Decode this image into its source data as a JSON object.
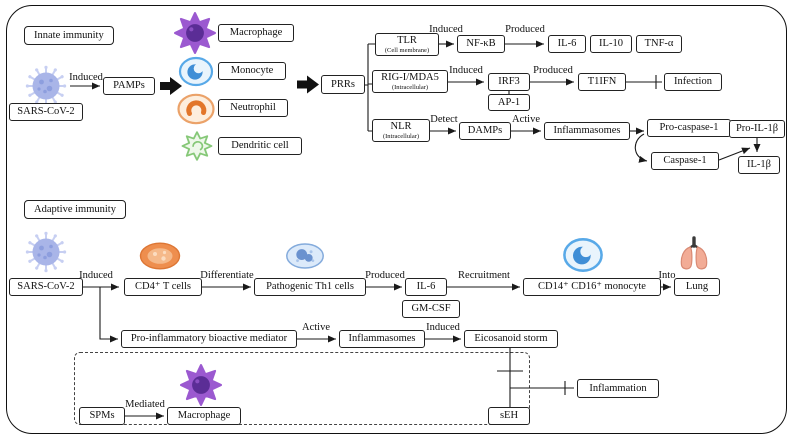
{
  "sections": {
    "innate_label": "Innate immunity",
    "adaptive_label": "Adaptive immunity"
  },
  "innate": {
    "sars": "SARS-CoV-2",
    "pamps": "PAMPs",
    "macrophage": "Macrophage",
    "monocyte": "Monocyte",
    "neutrophil": "Neutrophil",
    "dendritic": "Dendritic cell",
    "prrs": "PRRs",
    "tlr": "TLR",
    "tlr_sub": "(Cell membrane)",
    "nfkb": "NF-κB",
    "il6": "IL-6",
    "il10": "IL-10",
    "tnfa": "TNF-α",
    "rig": "RIG-I/MDA5",
    "rig_sub": "(Intracellular)",
    "irf3": "IRF3",
    "ap1": "AP-1",
    "t1ifn": "T1IFN",
    "infection": "Infection",
    "nlr": "NLR",
    "nlr_sub": "(Intracellular)",
    "damps": "DAMPs",
    "inflammasomes": "Inflammasomes",
    "pro_caspase1": "Pro-caspase-1",
    "caspase1": "Caspase-1",
    "pro_il1b": "Pro-IL-1β",
    "il1b": "IL-1β"
  },
  "adaptive": {
    "sars": "SARS-CoV-2",
    "cd4": "CD4⁺ T cells",
    "th1": "Pathogenic Th1 cells",
    "il6": "IL-6",
    "gmcsf": "GM-CSF",
    "cd14": "CD14⁺ CD16⁺ monocyte",
    "lung": "Lung",
    "pro_inflammatory": "Pro-inflammatory bioactive mediator",
    "inflammasomes": "Inflammasomes",
    "eicosanoid": "Eicosanoid storm",
    "spms": "SPMs",
    "macrophage": "Macrophage",
    "seh": "sEH",
    "inflammation": "Inflammation"
  },
  "connections": [
    {
      "from": "SARS-CoV-2",
      "to": "PAMPs",
      "label": "Induced",
      "type": "arrow"
    },
    {
      "from": "PAMPs",
      "to": "Innate immune cells",
      "label": "",
      "type": "thick-arrow"
    },
    {
      "from": "Innate immune cells",
      "to": "PRRs",
      "label": "",
      "type": "thick-arrow"
    },
    {
      "from": "PRRs",
      "to": "TLR",
      "label": "",
      "type": "line"
    },
    {
      "from": "PRRs",
      "to": "RIG-I/MDA5",
      "label": "",
      "type": "line"
    },
    {
      "from": "PRRs",
      "to": "NLR",
      "label": "",
      "type": "line"
    },
    {
      "from": "TLR",
      "to": "NF-κB",
      "label": "Induced",
      "type": "arrow"
    },
    {
      "from": "NF-κB",
      "to": "IL-6, IL-10, TNF-α",
      "label": "Produced",
      "type": "arrow"
    },
    {
      "from": "RIG-I/MDA5",
      "to": "IRF3, AP-1",
      "label": "Induced",
      "type": "arrow"
    },
    {
      "from": "IRF3",
      "to": "T1IFN",
      "label": "Produced",
      "type": "arrow"
    },
    {
      "from": "T1IFN",
      "to": "Infection",
      "label": "",
      "type": "inhibit"
    },
    {
      "from": "NLR",
      "to": "DAMPs",
      "label": "Detect",
      "type": "arrow"
    },
    {
      "from": "DAMPs",
      "to": "Inflammasomes",
      "label": "Active",
      "type": "arrow"
    },
    {
      "from": "Inflammasomes",
      "to": "Pro-caspase-1",
      "label": "",
      "type": "arrow"
    },
    {
      "from": "Pro-caspase-1",
      "to": "Caspase-1",
      "label": "",
      "type": "arrow"
    },
    {
      "from": "Caspase-1",
      "to": "Pro-IL-1β conversion",
      "label": "",
      "type": "arrow"
    },
    {
      "from": "Pro-IL-1β",
      "to": "IL-1β",
      "label": "",
      "type": "arrow"
    },
    {
      "from": "SARS-CoV-2",
      "to": "CD4⁺ T cells",
      "label": "Induced",
      "type": "arrow"
    },
    {
      "from": "CD4⁺ T cells",
      "to": "Pathogenic Th1 cells",
      "label": "Differentiate",
      "type": "arrow"
    },
    {
      "from": "Pathogenic Th1 cells",
      "to": "IL-6, GM-CSF",
      "label": "Produced",
      "type": "arrow"
    },
    {
      "from": "IL-6",
      "to": "CD14⁺ CD16⁺ monocyte",
      "label": "Recruitment",
      "type": "arrow"
    },
    {
      "from": "CD14⁺ CD16⁺ monocyte",
      "to": "Lung",
      "label": "Into",
      "type": "arrow"
    },
    {
      "from": "SARS-CoV-2",
      "to": "Pro-inflammatory bioactive mediator",
      "label": "",
      "type": "arrow"
    },
    {
      "from": "Pro-inflammatory bioactive mediator",
      "to": "Inflammasomes",
      "label": "Active",
      "type": "arrow"
    },
    {
      "from": "Inflammasomes",
      "to": "Eicosanoid storm",
      "label": "Induced",
      "type": "arrow"
    },
    {
      "from": "sEH",
      "to": "Eicosanoid storm",
      "label": "",
      "type": "inhibit"
    },
    {
      "from": "sEH",
      "to": "Inflammation",
      "label": "",
      "type": "inhibit"
    },
    {
      "from": "SPMs",
      "to": "Macrophage",
      "label": "Mediated",
      "type": "arrow"
    }
  ],
  "icons": [
    "sars-cov-2-virus-icon",
    "macrophage-icon",
    "monocyte-icon",
    "neutrophil-icon",
    "dendritic-cell-icon",
    "cd4-t-cell-icon",
    "th1-cell-icon",
    "monocyte-icon",
    "lung-icon",
    "macrophage-icon"
  ],
  "colors": {
    "virus": "#a9b5e8",
    "virus_spike": "#c7cff2",
    "macrophage": "#9b59d0",
    "macrophage_core": "#5b2d96",
    "monocyte": "#58a9e8",
    "monocyte_nucleus": "#3f8ed6",
    "neutrophil": "#eba269",
    "neutrophil_nucleus": "#e2762a",
    "dendritic": "#86c878",
    "t_cell": "#ee8e4e",
    "t_cell_inner": "#f5b98a",
    "th1": "#dceafa",
    "th1_nucleus": "#6b92cf",
    "lung": "#f2ac96",
    "line": "#1a1a1a"
  }
}
